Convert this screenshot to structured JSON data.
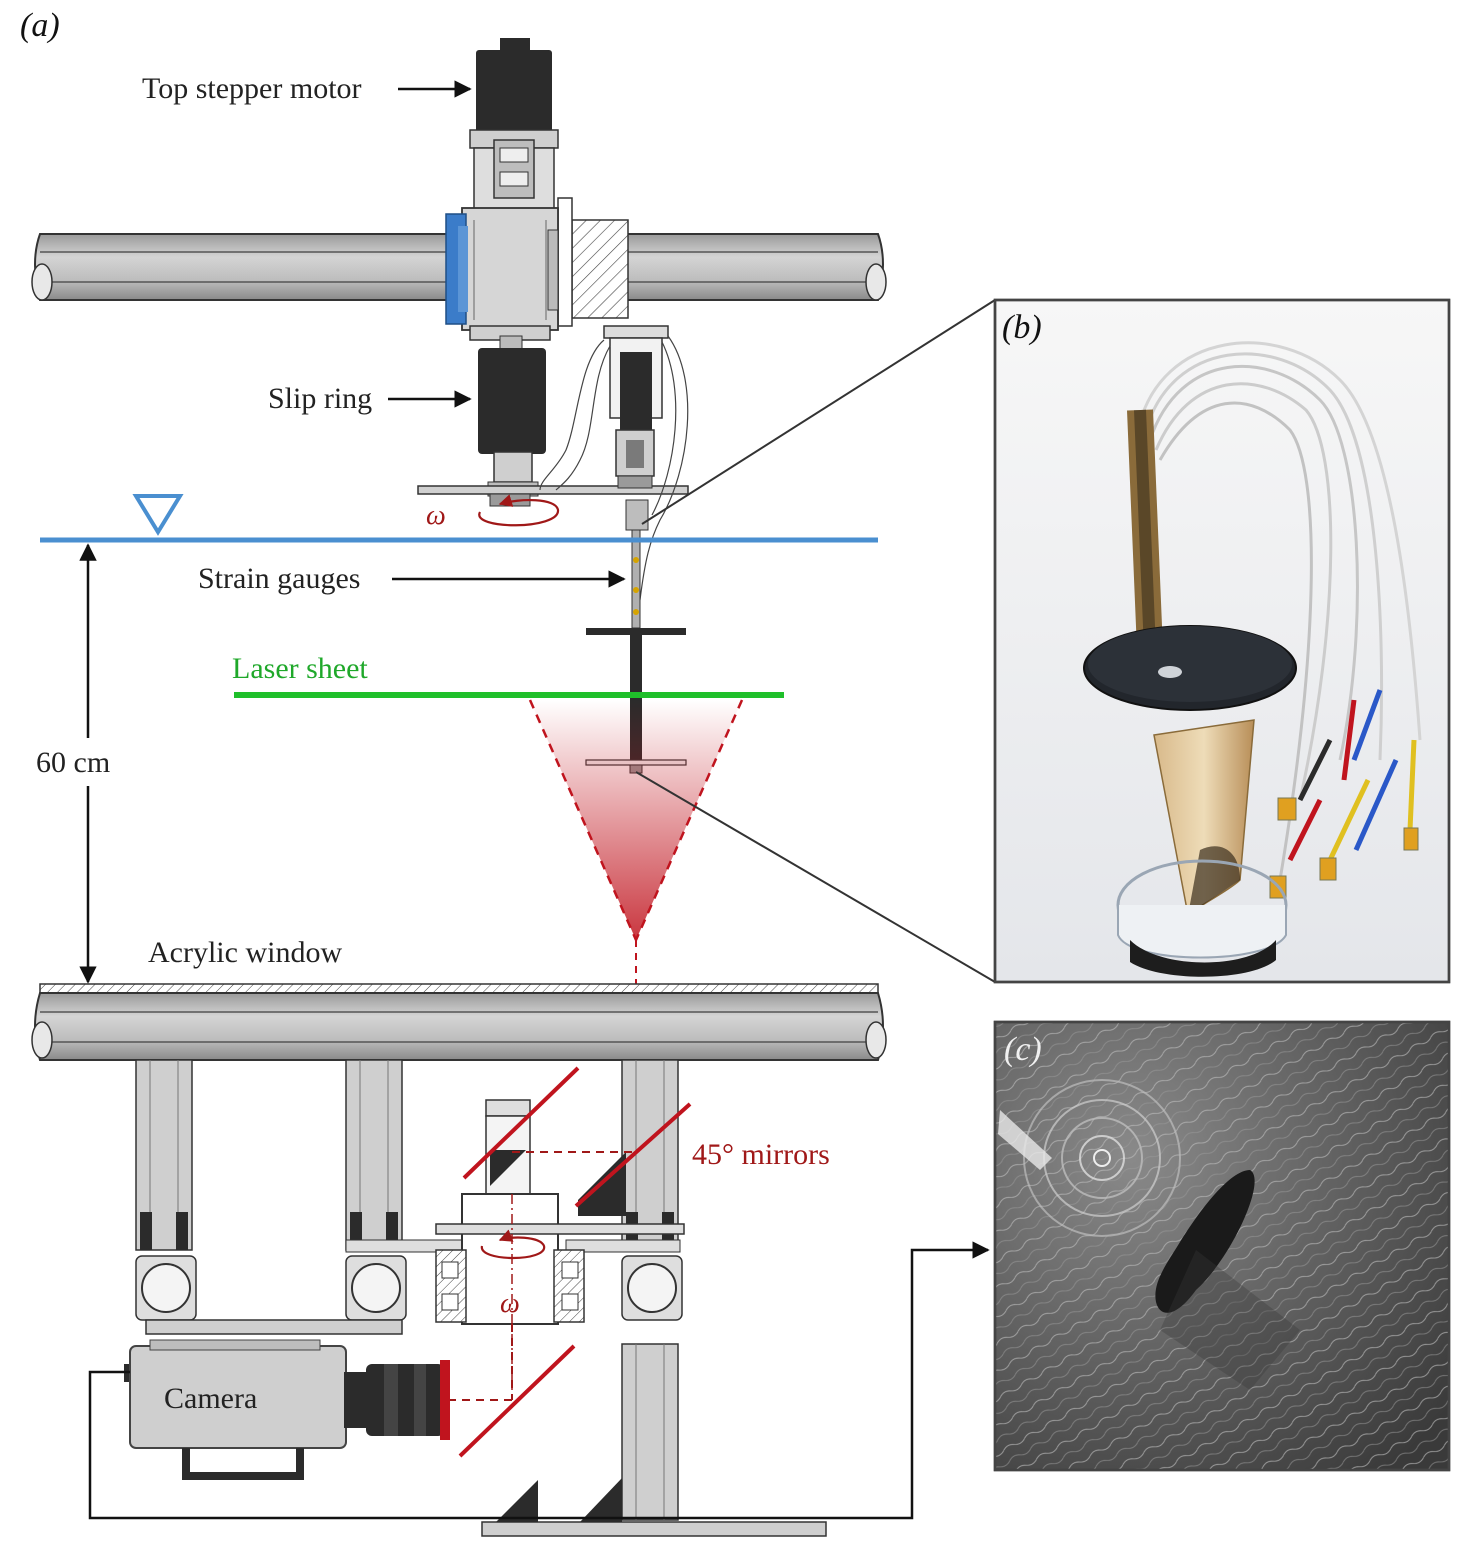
{
  "panels": {
    "a": "(a)",
    "b": "(b)",
    "c": "(c)"
  },
  "labels": {
    "top_stepper_motor": "Top stepper motor",
    "slip_ring": "Slip ring",
    "strain_gauges": "Strain gauges",
    "laser_sheet": "Laser sheet",
    "distance": "60 cm",
    "acrylic_window": "Acrylic window",
    "mirrors": "45° mirrors",
    "camera": "Camera",
    "omega_top": "ω",
    "omega_bottom": "ω"
  },
  "colors": {
    "water_line": "#4a8fd0",
    "laser": "#1fbf2a",
    "annotation_red": "#a01818",
    "mirror_red": "#c0141e",
    "frame_gray": "#cfcfcf",
    "dark": "#2b2b2b",
    "outline": "#333333"
  },
  "icons": {
    "water_surface_marker": "triangle-down-icon",
    "rotation": "rotation-arrow-icon"
  }
}
